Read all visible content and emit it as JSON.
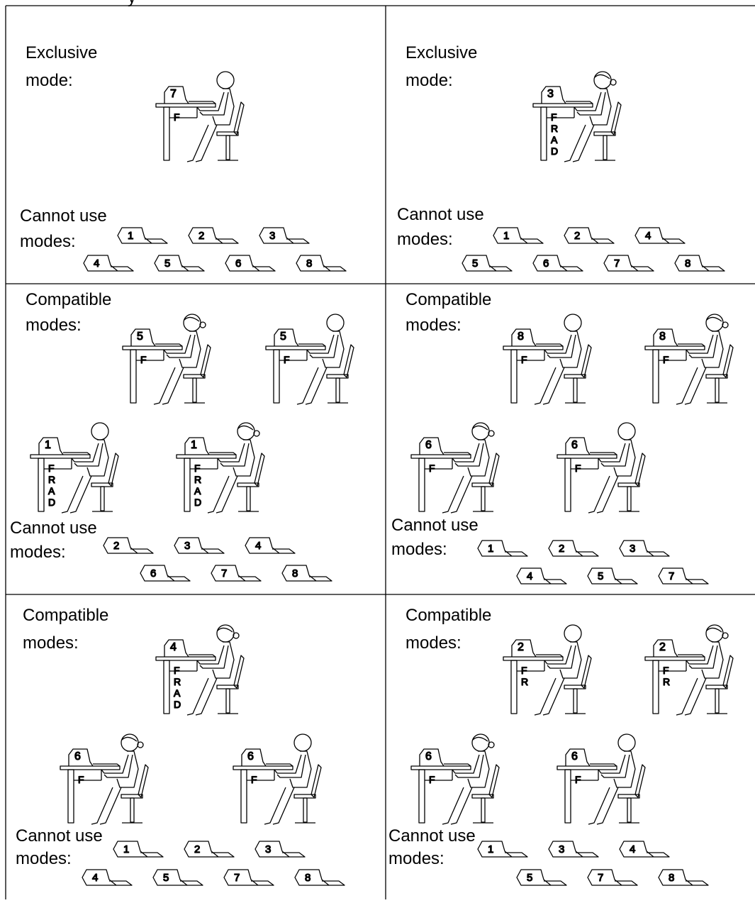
{
  "header_partial": "y",
  "panels": [
    {
      "id": "p1",
      "heading": [
        "Exclusive",
        "mode:"
      ],
      "operators": [
        {
          "terminal": "7",
          "gender": "m",
          "letters": [
            "F"
          ]
        }
      ],
      "cannot_label": [
        "Cannot use",
        "modes:"
      ],
      "cannot": [
        "1",
        "2",
        "3",
        "4",
        "5",
        "6",
        "8"
      ]
    },
    {
      "id": "p2",
      "heading": [
        "Exclusive",
        "mode:"
      ],
      "operators": [
        {
          "terminal": "3",
          "gender": "f",
          "letters": [
            "F",
            "R",
            "A",
            "D"
          ]
        }
      ],
      "cannot_label": [
        "Cannot use",
        "modes:"
      ],
      "cannot": [
        "1",
        "2",
        "4",
        "5",
        "6",
        "7",
        "8"
      ]
    },
    {
      "id": "p3",
      "heading": [
        "Compatible",
        "modes:"
      ],
      "operators": [
        {
          "terminal": "5",
          "gender": "f",
          "letters": [
            "F"
          ]
        },
        {
          "terminal": "5",
          "gender": "m",
          "letters": [
            "F"
          ]
        },
        {
          "terminal": "1",
          "gender": "m",
          "letters": [
            "F",
            "R",
            "A",
            "D"
          ]
        },
        {
          "terminal": "1",
          "gender": "f",
          "letters": [
            "F",
            "R",
            "A",
            "D"
          ]
        }
      ],
      "cannot_label": [
        "Cannot use",
        "modes:"
      ],
      "cannot": [
        "2",
        "3",
        "4",
        "6",
        "7",
        "8"
      ]
    },
    {
      "id": "p4",
      "heading": [
        "Compatible",
        "modes:"
      ],
      "operators": [
        {
          "terminal": "8",
          "gender": "m",
          "letters": [
            "F"
          ]
        },
        {
          "terminal": "8",
          "gender": "f",
          "letters": [
            "F"
          ]
        },
        {
          "terminal": "6",
          "gender": "f",
          "letters": [
            "F"
          ]
        },
        {
          "terminal": "6",
          "gender": "m",
          "letters": [
            "F"
          ]
        }
      ],
      "cannot_label": [
        "Cannot use",
        "modes:"
      ],
      "cannot": [
        "1",
        "2",
        "3",
        "4",
        "5",
        "7"
      ]
    },
    {
      "id": "p5",
      "heading": [
        "Compatible",
        "modes:"
      ],
      "operators": [
        {
          "terminal": "4",
          "gender": "f",
          "letters": [
            "F",
            "R",
            "A",
            "D"
          ]
        },
        {
          "terminal": "6",
          "gender": "f",
          "letters": [
            "F"
          ]
        },
        {
          "terminal": "6",
          "gender": "m",
          "letters": [
            "F"
          ]
        }
      ],
      "cannot_label": [
        "Cannot use",
        "modes:"
      ],
      "cannot": [
        "1",
        "2",
        "3",
        "4",
        "5",
        "7",
        "8"
      ]
    },
    {
      "id": "p6",
      "heading": [
        "Compatible",
        "modes:"
      ],
      "operators": [
        {
          "terminal": "2",
          "gender": "m",
          "letters": [
            "F",
            "R"
          ]
        },
        {
          "terminal": "2",
          "gender": "f",
          "letters": [
            "F",
            "R"
          ]
        },
        {
          "terminal": "6",
          "gender": "f",
          "letters": [
            "F"
          ]
        },
        {
          "terminal": "6",
          "gender": "m",
          "letters": [
            "F"
          ]
        }
      ],
      "cannot_label": [
        "Cannot use",
        "modes:"
      ],
      "cannot": [
        "1",
        "3",
        "4",
        "5",
        "7",
        "8"
      ]
    }
  ]
}
